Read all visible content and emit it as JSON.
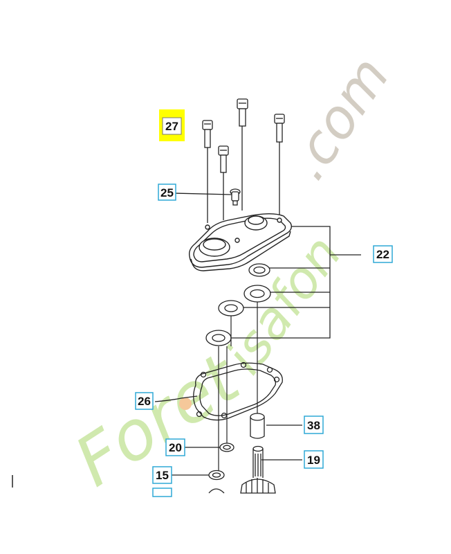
{
  "diagram": {
    "callouts": [
      {
        "id": "27",
        "label": "27",
        "highlight": "#ffff00"
      },
      {
        "id": "25",
        "label": "25"
      },
      {
        "id": "22",
        "label": "22"
      },
      {
        "id": "26",
        "label": "26"
      },
      {
        "id": "38",
        "label": "38"
      },
      {
        "id": "20",
        "label": "20"
      },
      {
        "id": "19",
        "label": "19"
      },
      {
        "id": "15",
        "label": "15"
      }
    ]
  },
  "watermark": {
    "prefix": "Foret",
    "suffix": "isafon",
    "domain": ".com",
    "colors": {
      "green": "#c8e6a0",
      "orange": "#f5c89a",
      "grey": "#cfc8bd"
    }
  },
  "colors": {
    "box_border": "#2ea8d6",
    "highlight": "#ffff00",
    "line": "#222222"
  }
}
